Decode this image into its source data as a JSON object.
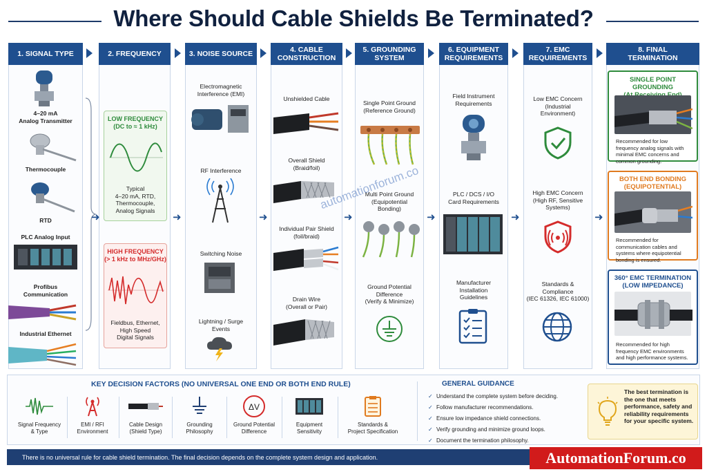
{
  "title": "Where Should Cable Shields Be Terminated?",
  "columns": [
    {
      "header": "1. SIGNAL TYPE",
      "items": [
        "4–20 mA\nAnalog Transmitter",
        "Thermocouple",
        "RTD",
        "PLC Analog Input",
        "Profibus\nCommunication",
        "Industrial Ethernet"
      ]
    },
    {
      "header": "2. FREQUENCY",
      "low_title": "LOW FREQUENCY\n(DC to ≈ 1 kHz)",
      "low_desc": "Typical\n4–20 mA, RTD,\nThermocouple,\nAnalog Signals",
      "high_title": "HIGH FREQUENCY\n(> 1 kHz to MHz/GHz)",
      "high_desc": "Fieldbus, Ethernet,\nHigh Speed\nDigital Signals"
    },
    {
      "header": "3. NOISE SOURCE",
      "items": [
        "Electromagnetic\nInterference (EMI)",
        "RF Interference",
        "Switching Noise",
        "Lightning / Surge\nEvents"
      ]
    },
    {
      "header": "4. CABLE\nCONSTRUCTION",
      "items": [
        "Unshielded Cable",
        "Overall Shield\n(Braid/foil)",
        "Individual Pair Shield\n(foil/braid)",
        "Drain Wire\n(Overall or Pair)"
      ]
    },
    {
      "header": "5. GROUNDING\nSYSTEM",
      "items": [
        "Single Point Ground\n(Reference Ground)",
        "Multi Point Ground\n(Equipotential\nBonding)",
        "Ground Potential\nDifference\n(Verify & Minimize)"
      ]
    },
    {
      "header": "6. EQUIPMENT\nREQUIREMENTS",
      "items": [
        "Field Instrument\nRequirements",
        "PLC / DCS / I/O\nCard Requirements",
        "Manufacturer\nInstallation\nGuidelines"
      ]
    },
    {
      "header": "7. EMC\nREQUIREMENTS",
      "items": [
        "Low EMC Concern\n(Industrial\nEnvironment)",
        "High EMC Concern\n(High RF, Sensitive\nSystems)",
        "Standards &\nCompliance\n(IEC 61326, IEC 61000)"
      ]
    },
    {
      "header": "8. FINAL\nTERMINATION",
      "options": [
        {
          "title": "SINGLE POINT GROUNDING\n(At Receiving End)",
          "note": "Recommended for low frequency analog signals with minimal EMC concerns and common grounding.",
          "color": "#2e8b3c"
        },
        {
          "title": "BOTH END BONDING\n(EQUIPOTENTIAL)",
          "note": "Recommended for communication cables and systems where equipotential bonding is ensured.",
          "color": "#e07a1f"
        },
        {
          "title": "360° EMC TERMINATION\n(LOW IMPEDANCE)",
          "note": "Recommended for high frequency EMC environments and high performance systems.",
          "color": "#1f4f8f"
        }
      ]
    }
  ],
  "key_factors": {
    "title": "KEY DECISION FACTORS (NO UNIVERSAL ONE END OR BOTH END RULE)",
    "items": [
      "Signal Frequency\n& Type",
      "EMI / RFI\nEnvironment",
      "Cable Design\n(Shield Type)",
      "Grounding\nPhilosophy",
      "Ground Potential\nDifference",
      "Equipment\nSensitivity",
      "Standards &\nProject Specification"
    ]
  },
  "guidance": {
    "title": "GENERAL GUIDANCE",
    "items": [
      "Understand the complete system before deciding.",
      "Follow manufacturer recommendations.",
      "Ensure low impedance shield connections.",
      "Verify grounding and minimize ground loops.",
      "Document the termination philosophy."
    ],
    "callout": "The best termination is the one that meets performance, safety and reliability requirements for your specific system."
  },
  "footer": "There is no universal rule for cable shield termination. The final decision depends on the complete system design and application.",
  "brand": "AutomationForum.co",
  "watermark": "automationforum.co",
  "colors": {
    "navy": "#1f4f8f",
    "green": "#2e8b3c",
    "red": "#d42b2b",
    "orange": "#e07a1f"
  }
}
